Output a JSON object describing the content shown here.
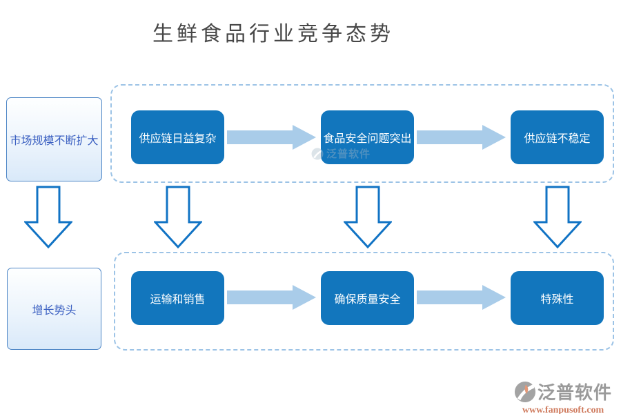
{
  "title": "生鲜食品行业竞争态势",
  "rows": [
    {
      "side_box": "市场规模不断扩大",
      "steps": [
        "供应链日益复杂",
        "食品安全问题突出",
        "供应链不稳定"
      ]
    },
    {
      "side_box": "增长势头",
      "steps": [
        "运输和销售",
        "确保质量安全",
        "特殊性"
      ]
    }
  ],
  "watermark": {
    "text": "泛普软件"
  },
  "footer": {
    "brand": "泛普软件",
    "url": "www.fanpusoft.com"
  },
  "colors": {
    "step_box": "#1276BD",
    "flow_arrow": "#A9CCE9",
    "down_arrow_outline": "#1173C4",
    "dashed_border": "#9CC3E6",
    "side_box_border": "#4E86C6",
    "side_box_text": "#3A5FC1",
    "title_text": "#474747",
    "brand_text": "#9A9A9A",
    "url_text": "#CF7B5E"
  }
}
